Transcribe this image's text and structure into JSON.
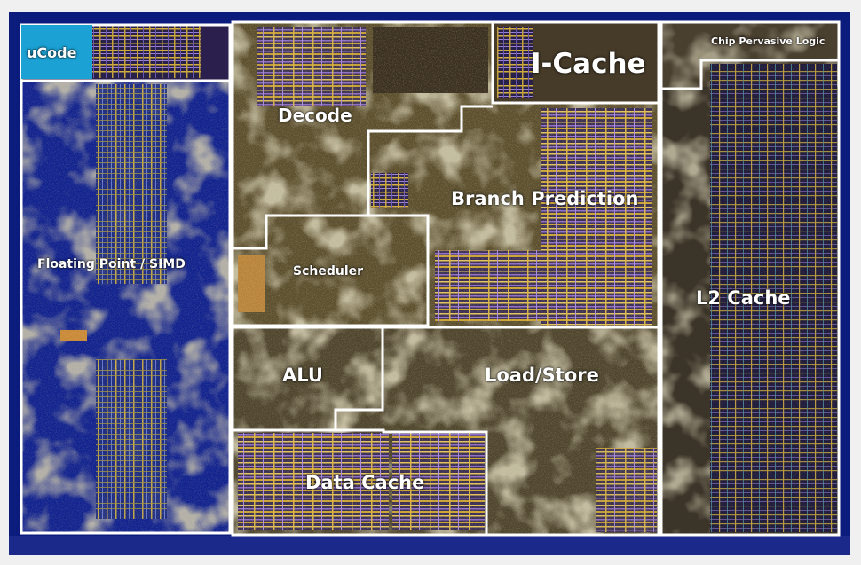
{
  "diagram": {
    "labels": {
      "ucode": "uCode",
      "decode": "Decode",
      "icache": "I-Cache",
      "chip_pervasive": "Chip Pervasive Logic",
      "branch_prediction": "Branch Prediction",
      "scheduler": "Scheduler",
      "floating_point": "Floating Point / SIMD",
      "l2_cache": "L2 Cache",
      "alu": "ALU",
      "load_store": "Load/Store",
      "data_cache": "Data Cache"
    },
    "colors": {
      "die_blue": "#0b1c7c",
      "die_bronze": "#6b5c36",
      "cache_gold": "#c9a234",
      "cache_purple": "#7a4fb0",
      "outline": "#ffffff",
      "ucode_box": "#1ba1d4",
      "label": "#ffffff"
    }
  }
}
